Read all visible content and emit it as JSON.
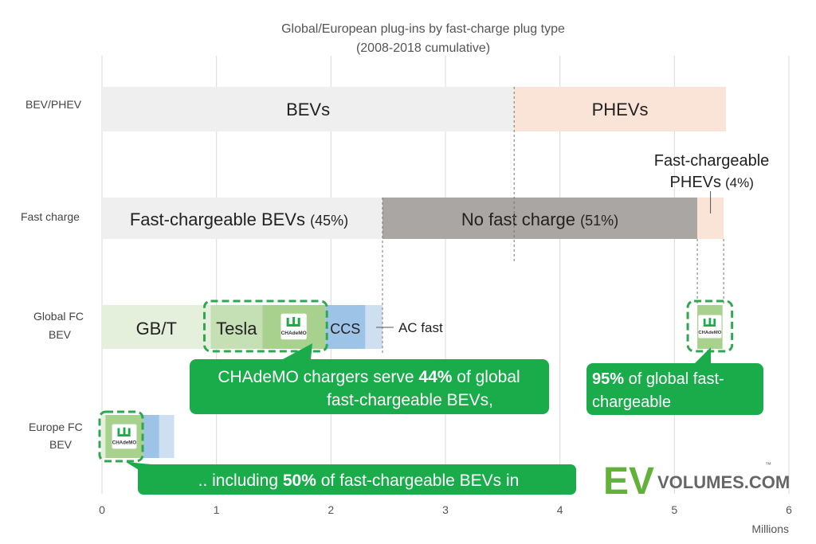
{
  "chart_data": {
    "type": "bar",
    "title": "Global/European plug-ins by fast-charge plug type",
    "subtitle": "(2008-2018 cumulative)",
    "xlabel": "Millions",
    "xlim": [
      0,
      6
    ],
    "x_ticks": [
      "0",
      "1",
      "2",
      "3",
      "4",
      "5",
      "6"
    ],
    "grid": true,
    "stacked": true,
    "rows": [
      {
        "id": "bev-phev",
        "label": "BEV/PHEV",
        "segments": [
          {
            "label": "BEVs",
            "value": 3.6,
            "color": "#efefef"
          },
          {
            "label": "PHEVs",
            "value": 1.85,
            "color": "#fae3d7"
          }
        ]
      },
      {
        "id": "fast-charge",
        "label": "Fast charge",
        "segments": [
          {
            "label": "Fast-chargeable BEVs",
            "pct": "(45%)",
            "value": 2.45,
            "color": "#efefef"
          },
          {
            "label": "No fast charge",
            "pct": "(51%)",
            "value": 2.75,
            "color": "#aaa6a4"
          },
          {
            "label": "",
            "value": 0.23,
            "color": "#fae3d7"
          }
        ]
      },
      {
        "id": "global-fc-bev",
        "label": "Global FC BEV",
        "segments": [
          {
            "label": "GB/T",
            "value": 0.95,
            "color": "#e4f0dc"
          },
          {
            "label": "Tesla",
            "value": 0.45,
            "color": "#c4e0b4"
          },
          {
            "label": "",
            "value": 0.55,
            "color": "#a9d18e",
            "logo": true
          },
          {
            "label": "CCS",
            "value": 0.35,
            "color": "#9dc3e6"
          },
          {
            "label": "",
            "value": 0.15,
            "color": "#cfdff2"
          }
        ],
        "ac_fast_label": "AC fast"
      },
      {
        "id": "global-fc-phev",
        "segments": [
          {
            "label": "",
            "value": 0.22,
            "color": "#a9d18e",
            "logo": true,
            "start": 5.2
          }
        ]
      },
      {
        "id": "europe-fc-bev",
        "label": "Europe FC BEV",
        "segments": [
          {
            "label": "",
            "value": 0.03,
            "color": "#e4f0dc"
          },
          {
            "label": "",
            "value": 0.33,
            "color": "#a9d18e",
            "logo": true
          },
          {
            "label": "",
            "value": 0.14,
            "color": "#9dc3e6"
          },
          {
            "label": "",
            "value": 0.13,
            "color": "#cfdff2"
          }
        ]
      }
    ],
    "annotations": {
      "fast_phev": [
        "Fast-chargeable",
        "PHEVs (4%)"
      ],
      "callout_global": {
        "line1_pre": "CHAdeMO chargers serve ",
        "line1_bold": "44%",
        "line1_post": " of global",
        "line2": "fast-chargeable BEVs,"
      },
      "callout_phev": {
        "line1_bold": "95%",
        "line1_post": " of global fast-",
        "line2": "chargeable"
      },
      "callout_europe": {
        "pre": ".. including ",
        "bold": "50%",
        "post": " of fast-chargeable BEVs in"
      }
    }
  },
  "logo": {
    "chademo_text": "CHAdeMO",
    "brand_ev": "EV",
    "brand_rest": "VOLUMES.COM",
    "tm": "™"
  },
  "colors": {
    "callout_green": "#1aab4a",
    "dashed_green": "#2ea84f",
    "ev_green": "#62b23a",
    "grid": "#d9d9d9",
    "text": "#222222",
    "axis_text": "#555555"
  }
}
